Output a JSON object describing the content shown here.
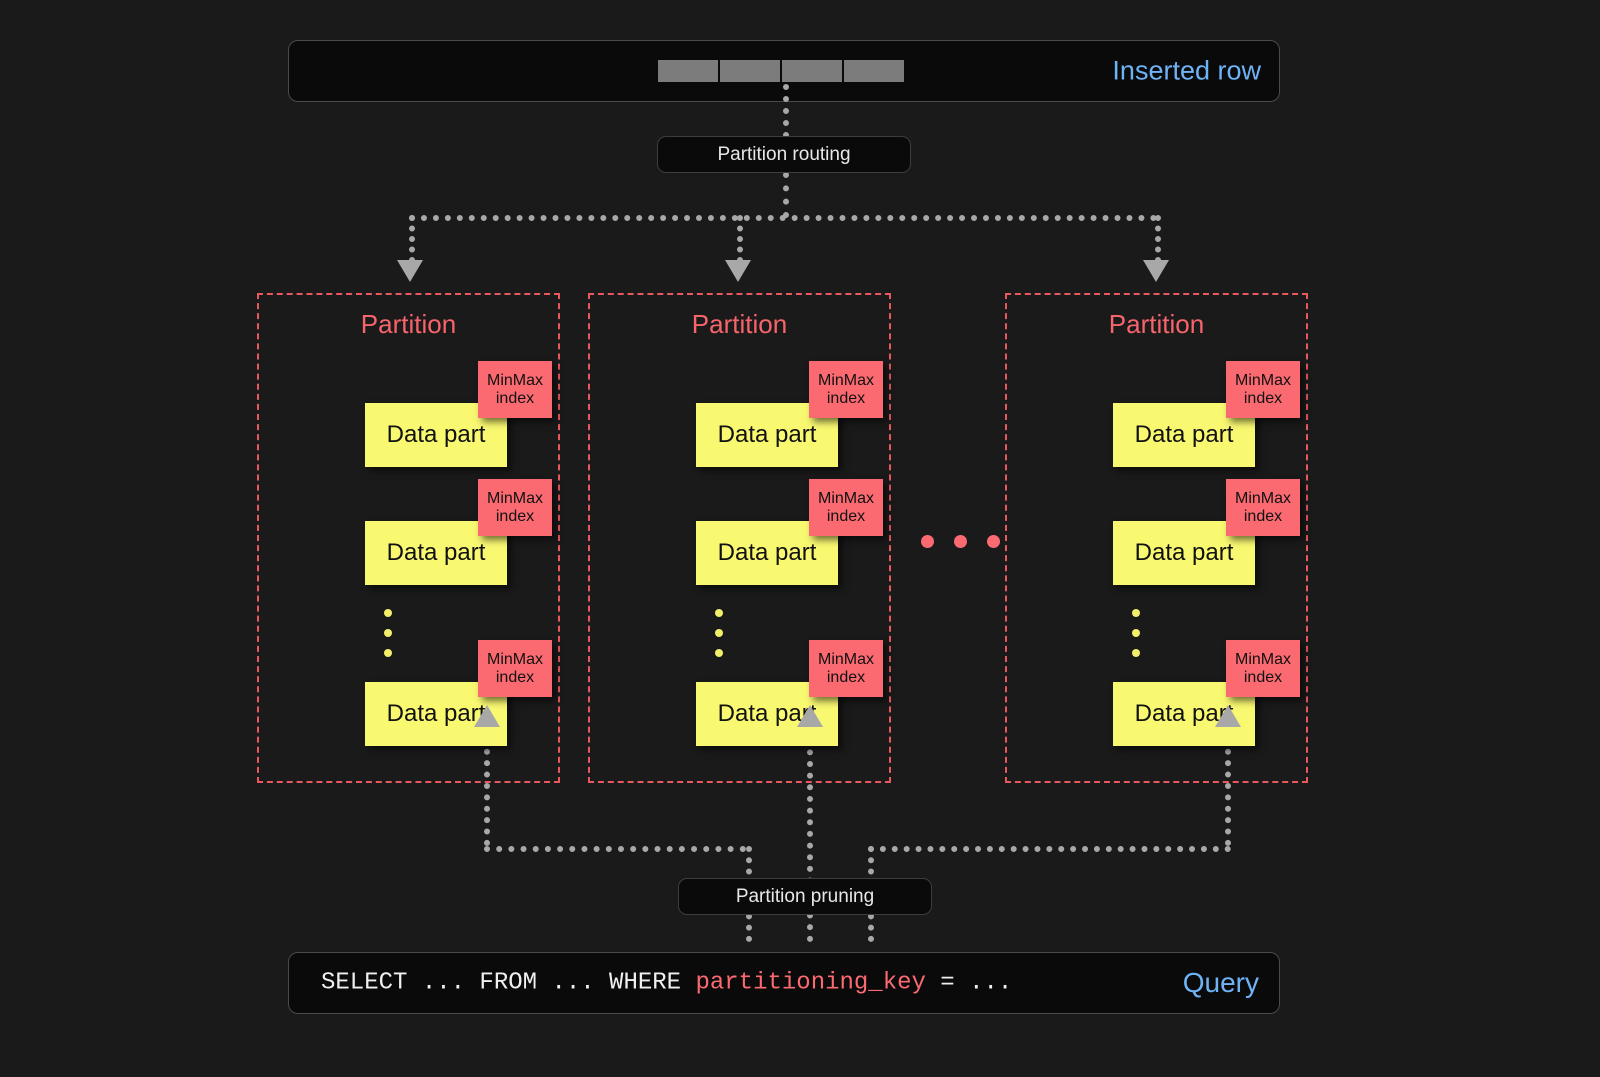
{
  "diagram": {
    "title": "ClickHouse partitioning: insert routing and partition pruning",
    "background_color": "#1a1a1a"
  },
  "colors": {
    "accent_blue": "#6fb3f7",
    "partition_red": "#f8646c",
    "minmax_red": "#fb6a71",
    "data_part_yellow": "#f9f871",
    "line_gray": "#a8a8a8",
    "panel_black": "#0a0a0a"
  },
  "top": {
    "label": "Inserted row",
    "cell_count": 4,
    "cells": [
      "",
      "",
      "",
      ""
    ]
  },
  "routing": {
    "label": "Partition routing"
  },
  "partitions": [
    {
      "title": "Partition",
      "parts": [
        {
          "data_label": "Data part",
          "index_line1": "MinMax",
          "index_line2": "index"
        },
        {
          "data_label": "Data part",
          "index_line1": "MinMax",
          "index_line2": "index"
        },
        {
          "data_label": "Data part",
          "index_line1": "MinMax",
          "index_line2": "index"
        }
      ],
      "ellipsis_dots": 3
    },
    {
      "title": "Partition",
      "parts": [
        {
          "data_label": "Data part",
          "index_line1": "MinMax",
          "index_line2": "index"
        },
        {
          "data_label": "Data part",
          "index_line1": "MinMax",
          "index_line2": "index"
        },
        {
          "data_label": "Data part",
          "index_line1": "MinMax",
          "index_line2": "index"
        }
      ],
      "ellipsis_dots": 3
    },
    {
      "title": "Partition",
      "parts": [
        {
          "data_label": "Data part",
          "index_line1": "MinMax",
          "index_line2": "index"
        },
        {
          "data_label": "Data part",
          "index_line1": "MinMax",
          "index_line2": "index"
        },
        {
          "data_label": "Data part",
          "index_line1": "MinMax",
          "index_line2": "index"
        }
      ],
      "ellipsis_dots": 3
    }
  ],
  "between_partitions_ellipsis": 3,
  "pruning": {
    "label": "Partition pruning"
  },
  "query": {
    "prefix": "SELECT ... FROM ... WHERE ",
    "key": "partitioning_key",
    "suffix": " = ...",
    "label": "Query"
  }
}
